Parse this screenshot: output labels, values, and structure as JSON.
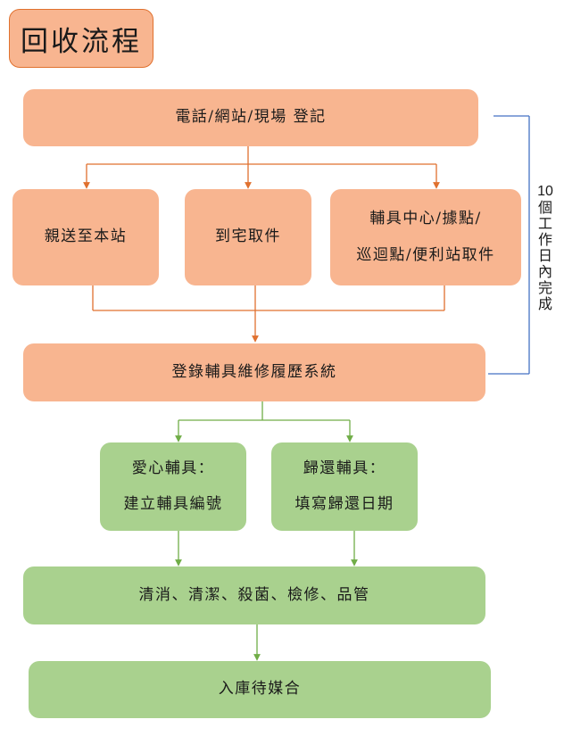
{
  "title": "回收流程",
  "steps": {
    "register": "電話/網站/現場 登記",
    "self_delivery": "親送至本站",
    "home_pickup": "到宅取件",
    "center_pickup": {
      "line1": "輔具中心/據點/",
      "line2": "巡迴點/便利站取件"
    },
    "system": "登錄輔具維修履歷系統",
    "charity": {
      "line1": "愛心輔具：",
      "line2": "建立輔具編號"
    },
    "return": {
      "line1": "歸還輔具：",
      "line2": "填寫歸還日期"
    },
    "process": "清消、清潔、殺菌、檢修、品管",
    "storage": "入庫待媒合"
  },
  "side_note": {
    "number": "10",
    "chars": [
      "個",
      "工",
      "作",
      "日",
      "內",
      "完",
      "成"
    ]
  },
  "colors": {
    "orange_fill": "#f8b590",
    "orange_line": "#e0712f",
    "green_fill": "#a9d18e",
    "green_line": "#70ad47",
    "bracket_line": "#4472c4"
  }
}
